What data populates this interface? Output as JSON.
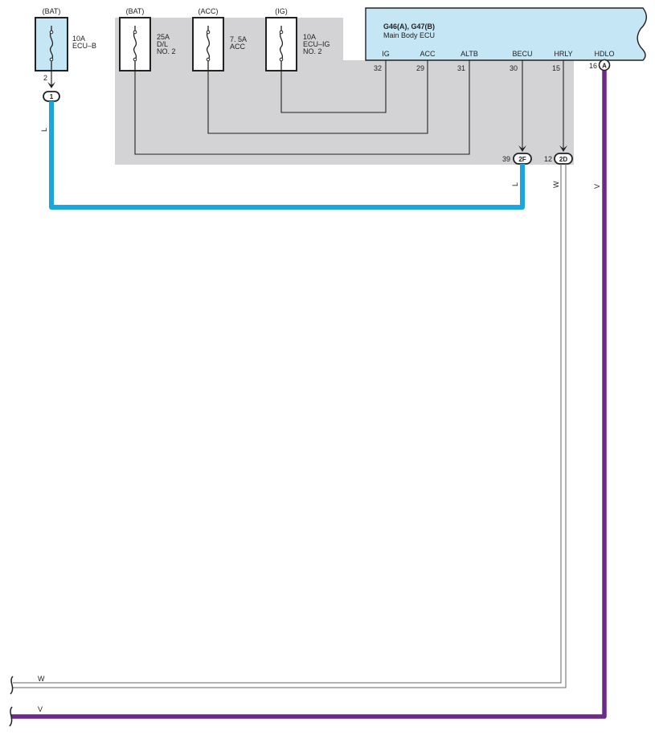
{
  "ecu": {
    "title": "G46(A), G47(B)",
    "name": "Main Body ECU",
    "terminals": [
      {
        "name": "IG",
        "pin": "32"
      },
      {
        "name": "ACC",
        "pin": "29"
      },
      {
        "name": "ALTB",
        "pin": "31"
      },
      {
        "name": "BECU",
        "pin": "30"
      },
      {
        "name": "HRLY",
        "pin": "15"
      },
      {
        "name": "HDLO",
        "pin": "16"
      }
    ],
    "hdlo_connector": "A"
  },
  "fuses": [
    {
      "source": "(BAT)",
      "lines": [
        "10A",
        "ECU–B"
      ],
      "pin": "2",
      "connector": "1"
    },
    {
      "source": "(BAT)",
      "lines": [
        "25A",
        "D/L",
        "NO. 2"
      ]
    },
    {
      "source": "(ACC)",
      "lines": [
        "7. 5A",
        "ACC"
      ]
    },
    {
      "source": "(IG)",
      "lines": [
        "10A",
        "ECU–IG",
        "NO. 2"
      ]
    }
  ],
  "connectors": [
    {
      "id": "2F",
      "pin": "39"
    },
    {
      "id": "2D",
      "pin": "12"
    }
  ],
  "wires": {
    "ecu_b": "L",
    "becu": "L",
    "hrly": "W",
    "hdlo": "V",
    "bottom_w": "W",
    "bottom_v": "V"
  },
  "colors": {
    "blue_wire": "#1aa7e0",
    "violet_wire": "#6b2a8a",
    "ecu_fill": "#c5e6f5",
    "panel_gray": "#d3d3d5"
  }
}
